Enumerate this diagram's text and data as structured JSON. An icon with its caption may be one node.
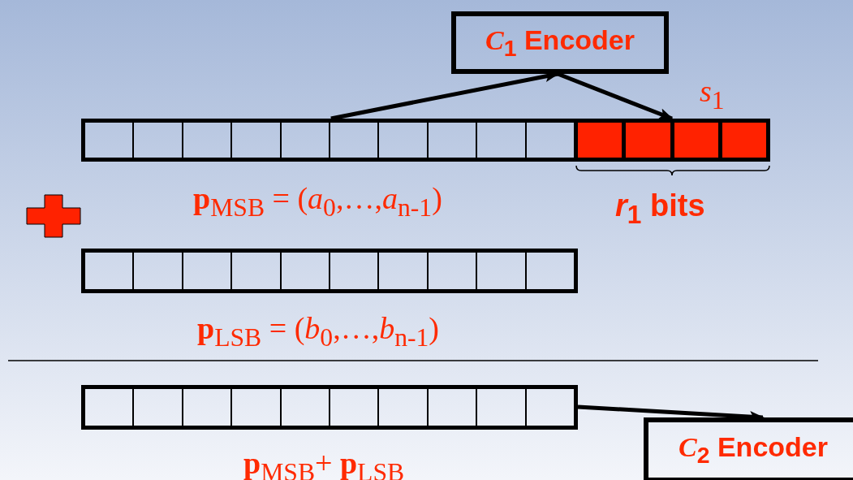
{
  "diagram": {
    "nodes": [
      {
        "text": [
          "*C*$_{1}$ Encoder"
        ]
      },
      {
        "text": [],
        "shape": "bar",
        "beside": [
          "**p**$_{MSB}$ = (*a*$_{0}$,…,*a*$_{n-1}$)"
        ]
      },
      {
        "text": [],
        "shape": "bar",
        "beside": [
          "*s*$_{1}$",
          "*r*$_{1}$ bits"
        ]
      },
      {
        "text": [],
        "shape": "bar",
        "beside": [
          "**p**$_{LSB}$ = (*b*$_{0}$,…,*b*$_{n-1}$)"
        ]
      },
      {
        "text": [],
        "shape": "bar",
        "beside": [
          "**p**$_{MSB}$+ **p**$_{LSB}$"
        ]
      },
      {
        "text": [
          "*C*$_{2}$ Encoder"
        ]
      }
    ],
    "edges": [
      {
        "from": 1,
        "to": 0,
        "arrow": "to"
      },
      {
        "from": 0,
        "to": 2,
        "arrow": "to"
      },
      {
        "from": 4,
        "to": 5,
        "arrow": "to"
      }
    ]
  }
}
